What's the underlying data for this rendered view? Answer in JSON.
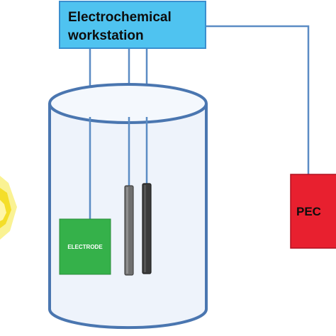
{
  "workstation": {
    "line1": "Electrochemical",
    "line2": "workstation"
  },
  "pec_label": "PEC",
  "electrode_label": "ELECTRODE",
  "colors": {
    "workstation_fill": "#4fc3f0",
    "wire": "#5b8cc4",
    "cell_outline": "#4a76b0",
    "solution": "#eef3fb",
    "electrode_fill": "#35b14a",
    "rod_gray": "#6f6f6f",
    "rod_dark": "#3a3a3a",
    "pec_fill": "#e8202f",
    "light_source": "#f5e83a"
  }
}
